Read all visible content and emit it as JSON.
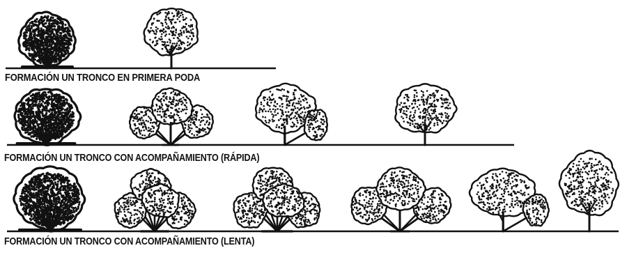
{
  "diagram": {
    "ink_color": "#111111",
    "background": "#ffffff",
    "rows": [
      {
        "caption": "FORMACIÓN UN TRONCO EN PRIMERA PODA",
        "plants": [
          {
            "name": "bush-multistem-dense"
          },
          {
            "name": "tree-single-trunk"
          }
        ]
      },
      {
        "caption": "FORMACIÓN UN TRONCO CON ACOMPAÑAMIENTO (RÁPIDA)",
        "plants": [
          {
            "name": "bush-multistem-dense"
          },
          {
            "name": "bush-three-crown"
          },
          {
            "name": "tree-with-side-branch"
          },
          {
            "name": "tree-single-trunk"
          }
        ]
      },
      {
        "caption": "FORMACIÓN UN TRONCO CON ACOMPAÑAMIENTO (LENTA)",
        "plants": [
          {
            "name": "bush-multistem-dense"
          },
          {
            "name": "bush-multistem-four-crown"
          },
          {
            "name": "bush-multistem-four-crown"
          },
          {
            "name": "bush-three-crown-open"
          },
          {
            "name": "tree-with-side-branch"
          },
          {
            "name": "tree-single-trunk"
          }
        ]
      }
    ]
  }
}
